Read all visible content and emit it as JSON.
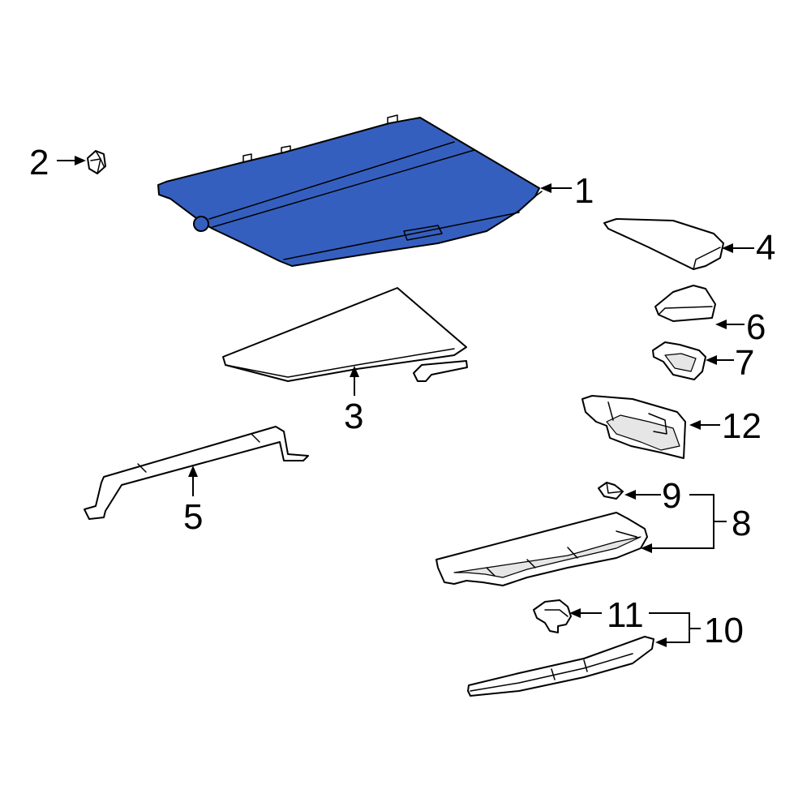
{
  "highlight_color": "#355fbf",
  "callouts": {
    "c1": "1",
    "c2": "2",
    "c3": "3",
    "c4": "4",
    "c5": "5",
    "c6": "6",
    "c7": "7",
    "c8": "8",
    "c9": "9",
    "c10": "10",
    "c11": "11",
    "c12": "12"
  },
  "parts": [
    {
      "callout": "1",
      "name": "cargo-cover",
      "highlighted": true,
      "icon": "cargo-cover-icon"
    },
    {
      "callout": "2",
      "name": "clip",
      "icon": "clip-icon"
    },
    {
      "callout": "3",
      "name": "floor-panel",
      "icon": "floor-panel-icon"
    },
    {
      "callout": "4",
      "name": "side-cover",
      "icon": "side-cover-icon"
    },
    {
      "callout": "5",
      "name": "support-bracket",
      "icon": "bracket-icon"
    },
    {
      "callout": "6",
      "name": "trim-piece",
      "icon": "trim-icon"
    },
    {
      "callout": "7",
      "name": "holder",
      "icon": "holder-icon"
    },
    {
      "callout": "8",
      "name": "sill-plate-assembly",
      "icon": "sill-plate-icon"
    },
    {
      "callout": "9",
      "name": "fastener",
      "icon": "fastener-icon"
    },
    {
      "callout": "10",
      "name": "scuff-plate-assembly",
      "icon": "scuff-plate-icon"
    },
    {
      "callout": "11",
      "name": "retainer",
      "icon": "retainer-icon"
    },
    {
      "callout": "12",
      "name": "side-trim-panel",
      "icon": "side-trim-icon"
    }
  ]
}
